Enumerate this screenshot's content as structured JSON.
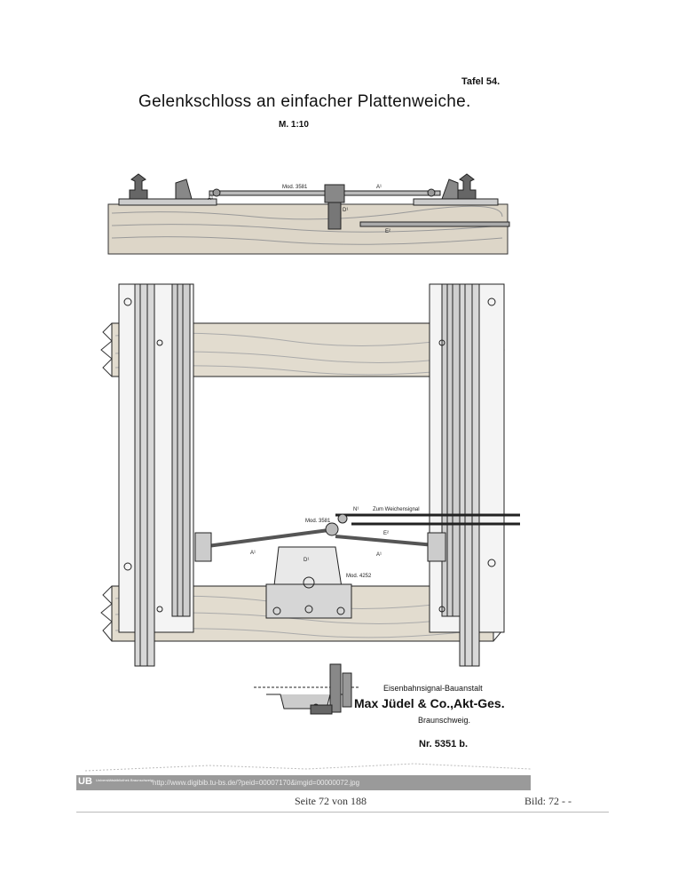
{
  "plate": {
    "number": "Tafel 54.",
    "title": "Gelenkschloss an einfacher Plattenweiche.",
    "scale": "M. 1:10"
  },
  "labels": {
    "a1": "A¹",
    "mod3581": "Mod. 3581",
    "d1": "D¹",
    "e2": "E²",
    "n1": "N¹",
    "zum_weichensignal": "Zum Weichensignal",
    "mod4252": "Mod. 4252"
  },
  "maker": {
    "line1": "Eisenbahnsignal-Bauanstalt",
    "line2": "Max Jüdel & Co.,Akt-Ges.",
    "line3": "Braunschweig.",
    "plate_nr": "Nr. 5351 b."
  },
  "footer": {
    "logo": "UB",
    "logo_sub": "Universitätsbibliothek Braunschweig",
    "url": "http://www.digibib.tu-bs.de/?peid=00007170&imgid=00000072.jpg",
    "page_info": "Seite 72 von 188",
    "image_info": "Bild: 72 - -"
  }
}
